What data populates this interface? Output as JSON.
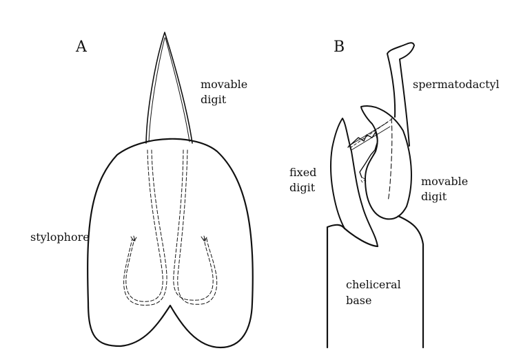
{
  "panel_a": {
    "letter": "A",
    "labels": {
      "movable_digit_1": "movable",
      "movable_digit_2": "digit",
      "stylophore": "stylophore"
    }
  },
  "panel_b": {
    "letter": "B",
    "labels": {
      "spermatodactyl": "spermatodactyl",
      "fixed_digit_1": "fixed",
      "fixed_digit_2": "digit",
      "movable_digit_1": "movable",
      "movable_digit_2": "digit",
      "cheliceral_base_1": "cheliceral",
      "cheliceral_base_2": "base"
    }
  }
}
